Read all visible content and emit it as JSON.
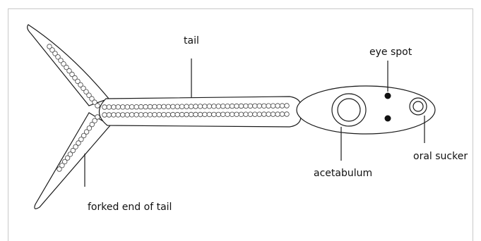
{
  "labels": {
    "tail": "tail",
    "eye_spot": "eye spot",
    "oral_sucker": "oral sucker",
    "acetabulum": "acetabulum",
    "forked_end": "forked end of tail"
  },
  "colors": {
    "outline": "#1a1a1a",
    "frame": "#c8c8c8"
  }
}
